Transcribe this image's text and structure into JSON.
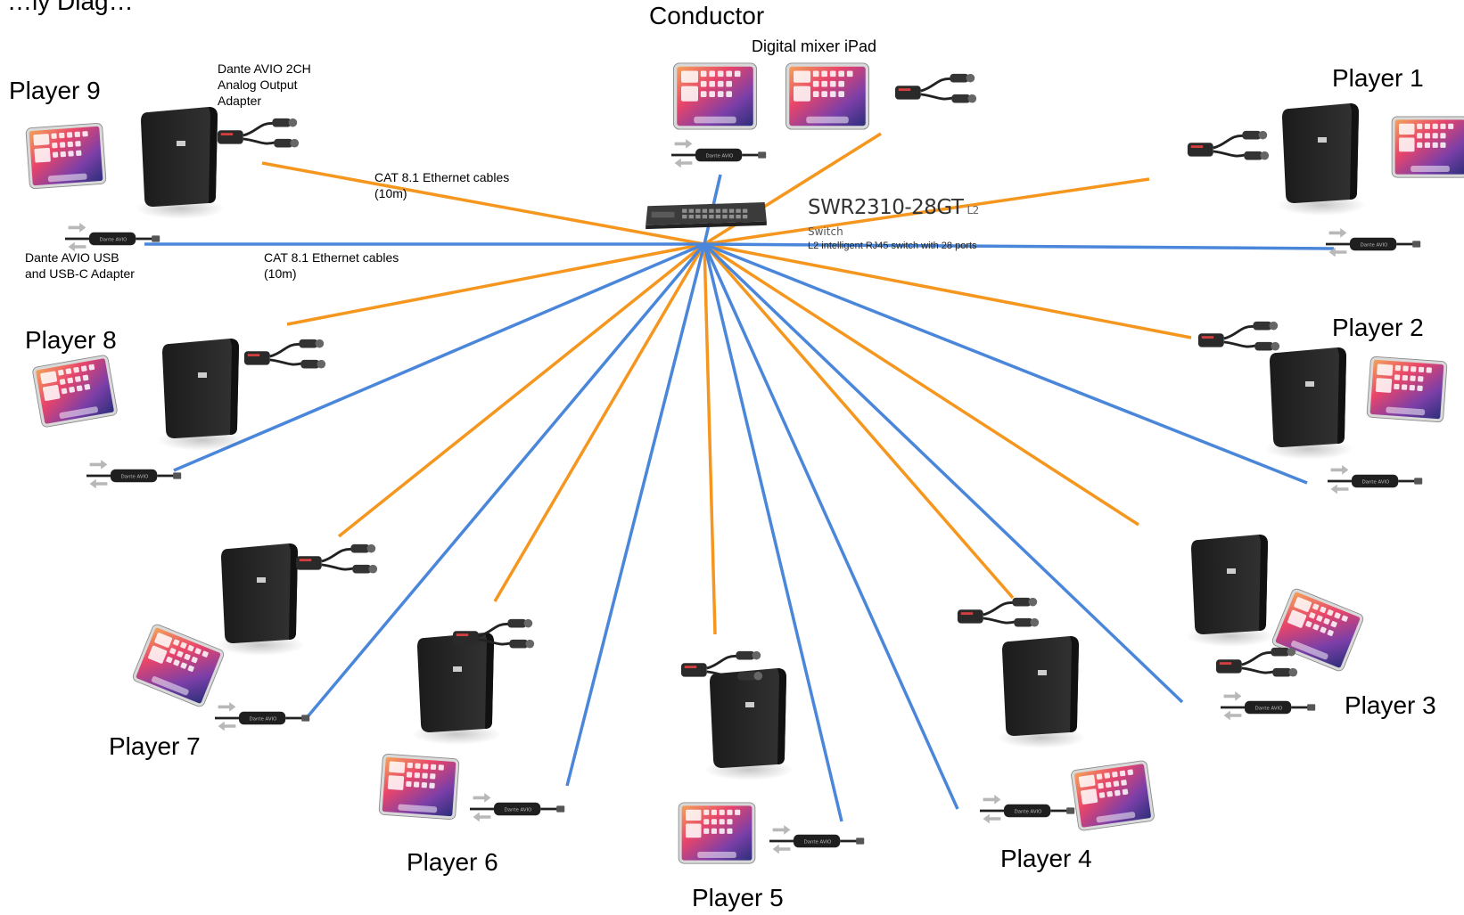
{
  "header_partial": "…ly Diag…",
  "conductor_label": "Conductor",
  "mixer_label": "Digital mixer iPad",
  "switch": {
    "model": "SWR2310-28GT",
    "tier": "L2",
    "type": "Switch",
    "description": "L2 intelligent RJ45 switch with 28 ports"
  },
  "annotations": {
    "analog_adapter": "Dante AVIO 2CH Analog Output Adapter",
    "usb_adapter": "Dante AVIO USB and USB-C Adapter",
    "cable_orange": "CAT 8.1 Ethernet cables (10m)",
    "cable_blue": "CAT 8.1 Ethernet cables (10m)"
  },
  "cable_colors": {
    "audio_out": "#F5961E",
    "usb": "#4A86DA"
  },
  "players": [
    {
      "id": "player-1",
      "label": "Player 1"
    },
    {
      "id": "player-2",
      "label": "Player 2"
    },
    {
      "id": "player-3",
      "label": "Player 3"
    },
    {
      "id": "player-4",
      "label": "Player 4"
    },
    {
      "id": "player-5",
      "label": "Player 5"
    },
    {
      "id": "player-6",
      "label": "Player 6"
    },
    {
      "id": "player-7",
      "label": "Player 7"
    },
    {
      "id": "player-8",
      "label": "Player 8"
    },
    {
      "id": "player-9",
      "label": "Player 9"
    }
  ],
  "icons": {
    "speaker": "pa-speaker-icon",
    "tablet": "ipad-icon",
    "analog_adapter": "xlr-adapter-icon",
    "usb_adapter": "usb-adapter-icon",
    "switch": "network-switch-icon"
  }
}
